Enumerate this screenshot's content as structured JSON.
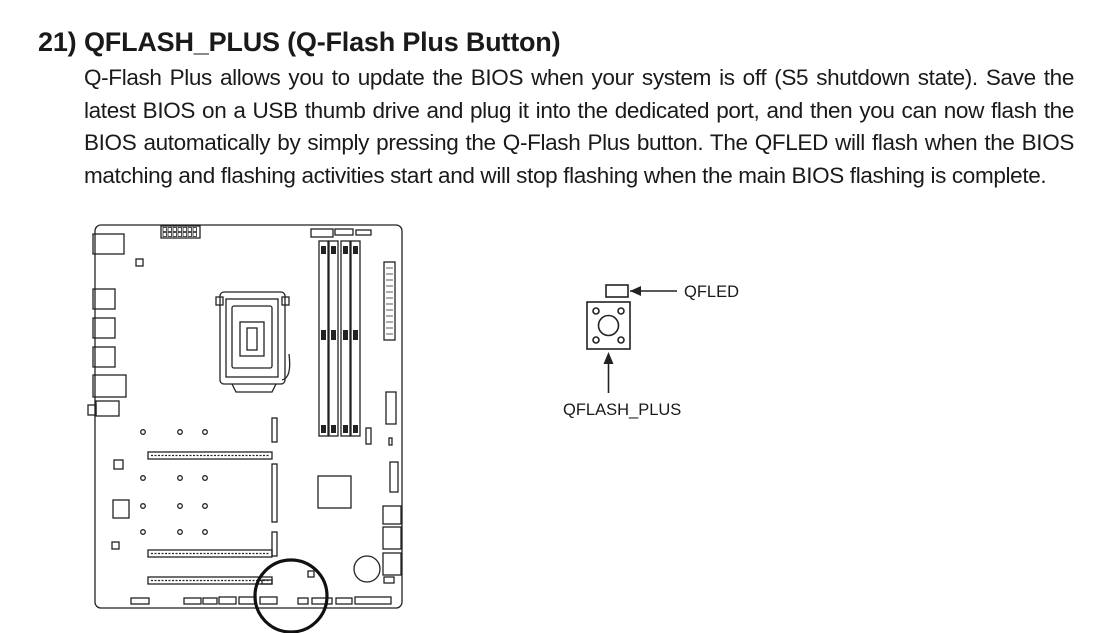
{
  "section": {
    "number": "21)",
    "title": "QFLASH_PLUS (Q-Flash Plus Button)",
    "description": "Q-Flash Plus allows you to update the BIOS when your system is off (S5 shutdown state). Save the latest BIOS on a USB thumb drive and plug it into the dedicated port, and then you can now flash the BIOS automatically by simply pressing the Q-Flash Plus button. The QFLED will flash when the BIOS matching and flashing activities start and will stop flashing when the main BIOS flashing is complete."
  },
  "diagram": {
    "led_label": "QFLED",
    "button_label": "QFLASH_PLUS"
  }
}
